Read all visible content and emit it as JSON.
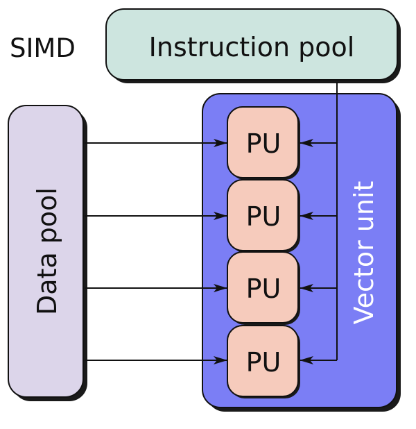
{
  "title": "SIMD",
  "instruction_pool": {
    "label": "Instruction pool"
  },
  "data_pool": {
    "label": "Data pool"
  },
  "vector_unit": {
    "label": "Vector unit"
  },
  "processing_units": [
    {
      "label": "PU"
    },
    {
      "label": "PU"
    },
    {
      "label": "PU"
    },
    {
      "label": "PU"
    }
  ],
  "colors": {
    "instruction_pool_fill": "#cde5df",
    "data_pool_fill": "#dcd5ea",
    "vector_unit_fill": "#7b7ef5",
    "pu_fill": "#f6cbbc",
    "vector_unit_text": "#ffffff",
    "stroke": "#111111",
    "shadow": "#1a1a1a"
  }
}
